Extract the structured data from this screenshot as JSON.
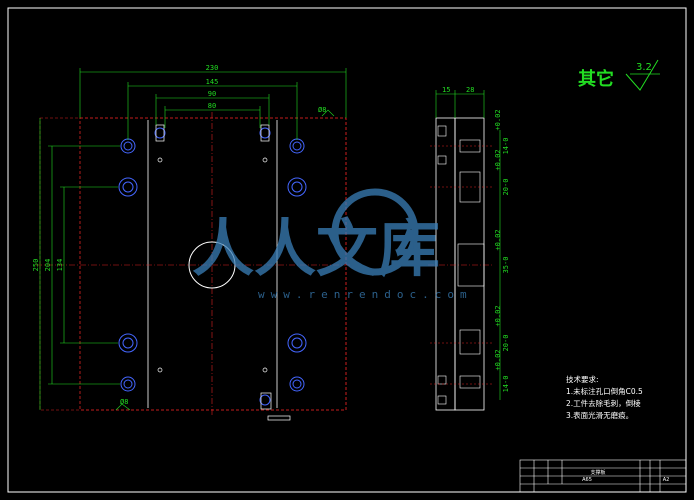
{
  "drawing": {
    "roughness_label": "其它",
    "roughness_value": "3.2",
    "dimensions": {
      "top": [
        "230",
        "145",
        "90",
        "80"
      ],
      "left": [
        "250",
        "204",
        "134"
      ],
      "side_top": [
        "15",
        "28"
      ],
      "side_right": [
        "14-0",
        "+0.02",
        "20-0",
        "+0.02",
        "35-0",
        "+0.02",
        "20-0",
        "+0.02",
        "14-0",
        "+0.02"
      ],
      "hole_labels": [
        "Ø8",
        "Ø8"
      ]
    },
    "watermark": {
      "text": "人人文库",
      "url": "www.renrendoc.com"
    },
    "technical_requirements": {
      "title": "技术要求:",
      "items": [
        "1.未标注孔口倒角C0.5",
        "2.工件去除毛刺，倒棱",
        "3.表面光滑无磨痕。"
      ]
    },
    "title_block": {
      "part_name": "支撑板",
      "material": "A65",
      "scale": "A2"
    },
    "colors": {
      "background": "#000000",
      "outline": "#ffffff",
      "dimension": "#22dd22",
      "centerline": "#dd2222",
      "hole": "#4466ff",
      "watermark": "#3a7fb8",
      "roughness": "#22dd22"
    }
  }
}
